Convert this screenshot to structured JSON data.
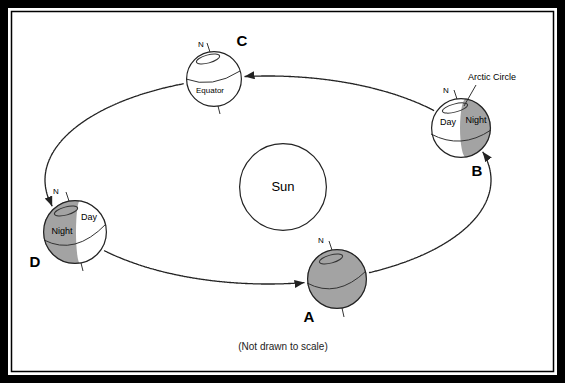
{
  "diagram": {
    "caption": "(Not drawn to scale)",
    "nodes": [
      {
        "text": [
          "C",
          "N",
          "Equator"
        ]
      },
      {
        "text": [
          "N",
          "Night",
          "Day",
          "B"
        ]
      },
      {
        "text": [
          "Sun"
        ]
      },
      {
        "text": [
          "N",
          "Day",
          "Night",
          "D"
        ]
      },
      {
        "text": [
          "N",
          "A"
        ]
      }
    ],
    "edges": [
      {
        "from": 4,
        "to": 1,
        "arrow": "to"
      },
      {
        "from": 1,
        "to": 0,
        "arrow": "to"
      },
      {
        "from": 0,
        "to": 3,
        "arrow": "to"
      },
      {
        "from": 3,
        "to": 4,
        "arrow": "to"
      }
    ],
    "labels": [
      "Arctic Circle"
    ]
  }
}
